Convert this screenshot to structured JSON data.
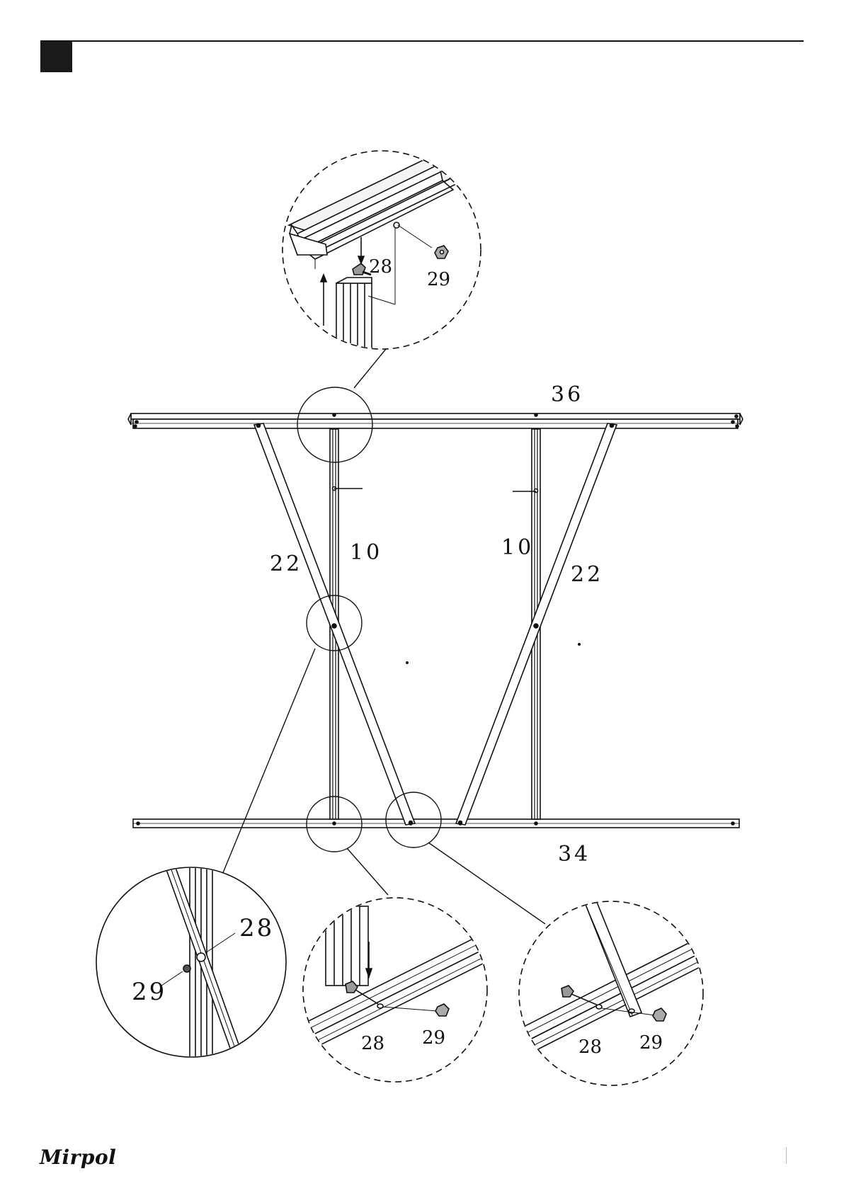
{
  "brand": "Mirpol",
  "parts": {
    "top_rail": "36",
    "bottom_rail": "34",
    "left_post": "10",
    "right_post": "10",
    "left_brace": "22",
    "right_brace": "22"
  },
  "detail_top": {
    "bolt": "28",
    "nut": "29"
  },
  "detail_cross": {
    "bolt": "28",
    "nut": "29"
  },
  "detail_bottom_left": {
    "bolt": "28",
    "nut": "29"
  },
  "detail_bottom_right": {
    "bolt": "28",
    "nut": "29"
  },
  "colors": {
    "ink": "#111111",
    "header_block": "#1a1a1a"
  }
}
